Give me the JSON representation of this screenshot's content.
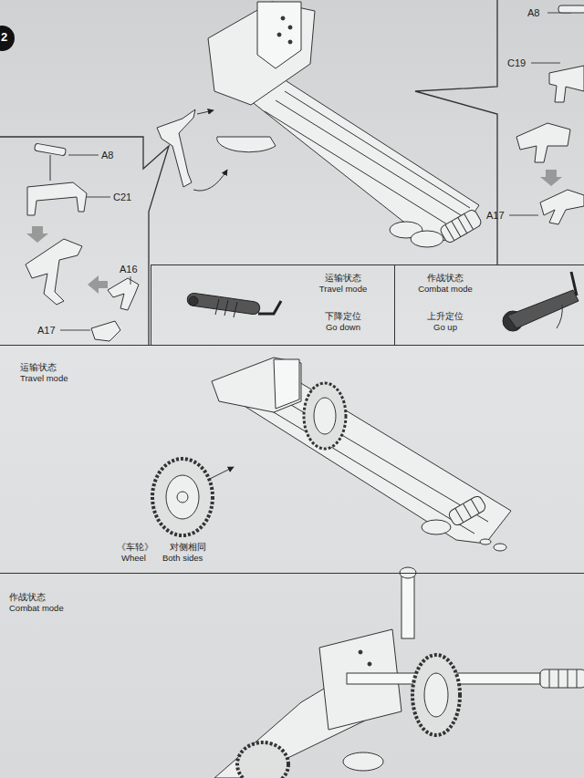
{
  "diagram": {
    "nodes": [
      {
        "text": [
          "运输状态",
          "Travel mode",
          "下降定位",
          "Go down"
        ]
      },
      {
        "text": [
          "作战状态",
          "Combat mode",
          "上升定位",
          "Go up"
        ]
      },
      {
        "text": [
          "运输状态",
          "Travel mode"
        ]
      },
      {
        "text": [
          "作战状态",
          "Combat mode"
        ]
      }
    ],
    "labels": [
      "2",
      "A8",
      "C19",
      "A17",
      "A8",
      "C21",
      "A16",
      "A17",
      "《车轮》",
      "Wheel",
      "对侧相同",
      "Both sides"
    ]
  }
}
